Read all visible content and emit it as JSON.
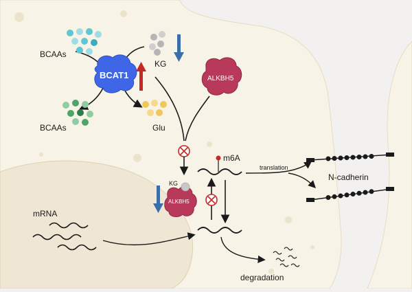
{
  "labels": {
    "bcaas_in": "BCAAs",
    "bcaas_out": "BCAAs",
    "bcat1": "BCAT1",
    "kg_top": "KG",
    "glu": "Glu",
    "alkbh5": "ALKBH5",
    "kg_nuclear": "KG",
    "alkbh5_nuclear": "ALKBH5",
    "m6a": "m6A",
    "translation": "translation",
    "n_cadherin": "N-cadherin",
    "mrna": "mRNA",
    "degradation": "degradation"
  },
  "icons": {
    "up_arrow": "red-up-arrow",
    "down_arrow": "blue-down-arrow",
    "inhibit": "circle-x-icon"
  },
  "colors": {
    "cell_fill": "#f7f3e6",
    "nucleus_fill": "#efe7d4",
    "background": "#f3f1f0",
    "bcat1": "#3f66e6",
    "alkbh5": "#b8395a",
    "increase": "#c62828",
    "decrease": "#3a6ea8",
    "bcaa_blue": "#5fc6d6",
    "bcaa_green": "#4ea56a",
    "kg_gray": "#b5b5b5",
    "glu_yellow": "#f1c75c"
  }
}
